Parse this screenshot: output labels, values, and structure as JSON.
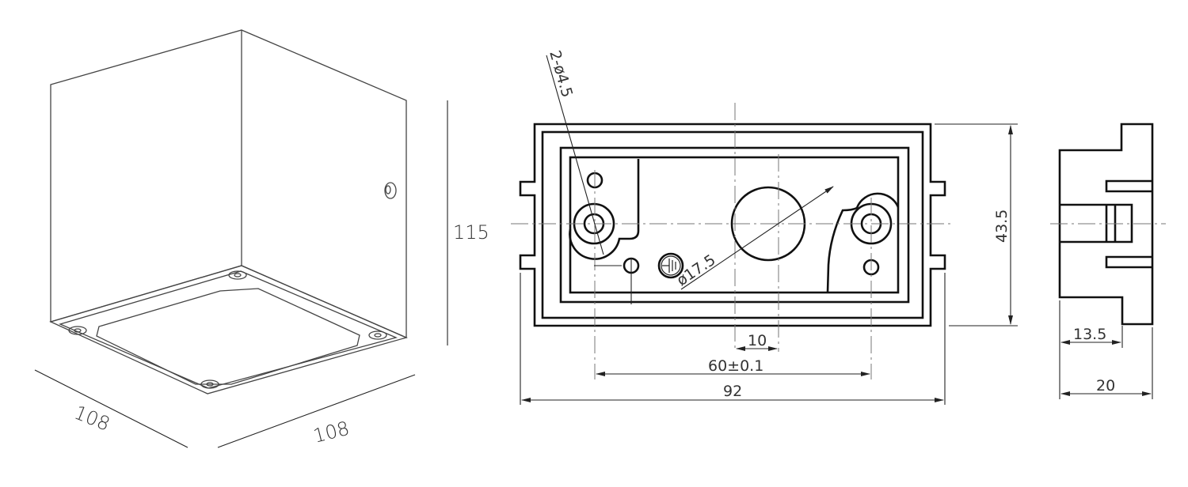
{
  "iso_view": {
    "width_label": "108",
    "depth_label": "108",
    "height_label": "115"
  },
  "front_view": {
    "hole_callout": "2-ø4.5",
    "circle_callout": "ø17.5",
    "dim_offset": "10",
    "dim_hole_spacing": "60±0.1",
    "dim_width": "92",
    "dim_height": "43.5"
  },
  "side_view": {
    "dim_inner": "13.5",
    "dim_depth": "20"
  },
  "colors": {
    "line": "#111111",
    "centerline": "#777777"
  }
}
